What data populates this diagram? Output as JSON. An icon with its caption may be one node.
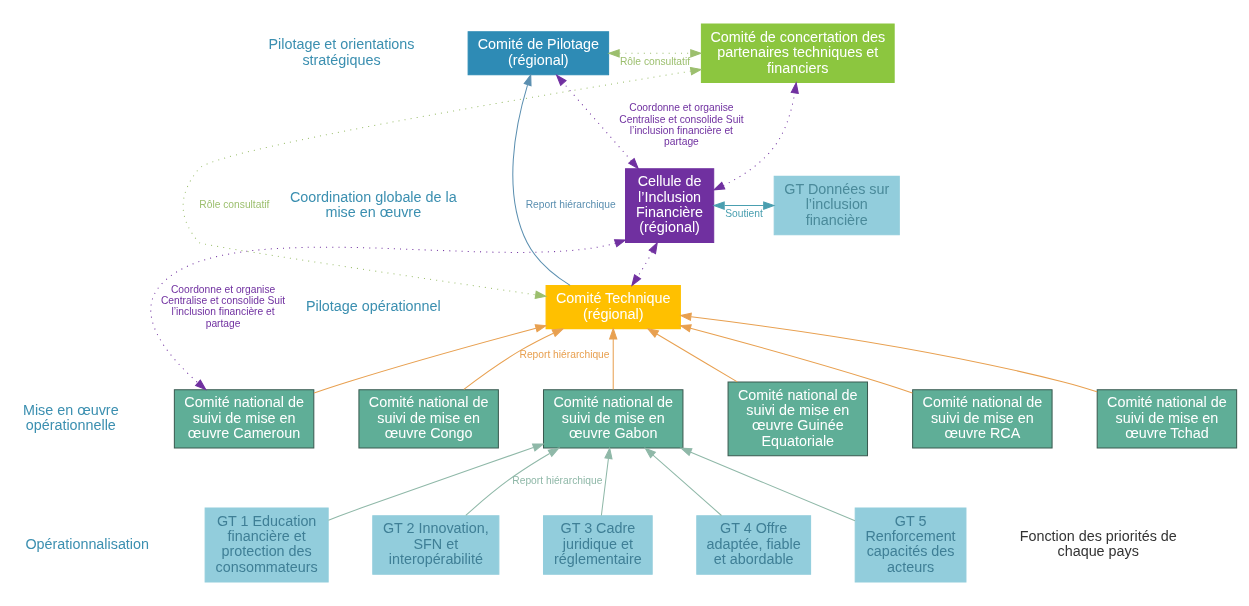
{
  "diagram": {
    "nodes": [
      {
        "text": [
          "Cellule de l’Inclusion Financière",
          "(régional)"
        ]
      },
      {
        "text": [
          "Comité de Pilotage",
          "(régional)"
        ]
      },
      {
        "text": [
          "Comité de concertation des partenaires techniques et financiers"
        ]
      },
      {
        "text": [
          "GT Données sur l’inclusion financière"
        ]
      },
      {
        "text": [
          "Comité Technique",
          "(régional)"
        ]
      },
      {
        "text": [
          "Comité national de suivi de mise en œuvre Cameroun"
        ]
      },
      {
        "text": [
          "Comité national de suivi de mise en œuvre Congo"
        ]
      },
      {
        "text": [
          "Comité national de suivi de mise en œuvre Gabon"
        ]
      },
      {
        "text": [
          "Comité national de suivi de mise en œuvre Guinée Equatoriale"
        ]
      },
      {
        "text": [
          "Comité national de suivi de mise en œuvre RCA"
        ]
      },
      {
        "text": [
          "Comité national de suivi de mise en œuvre Tchad"
        ]
      },
      {
        "text": [
          "GT 1 Education financière et protection des consommateurs"
        ]
      },
      {
        "text": [
          "GT 2 Innovation, SFN et interopérabilité"
        ]
      },
      {
        "text": [
          "GT 3 Cadre juridique et réglementaire"
        ]
      },
      {
        "text": [
          "GT 4 Offre adaptée, fiable et abordable"
        ]
      },
      {
        "text": [
          "GT 5 Renforcement capacités des acteurs"
        ]
      }
    ],
    "edges": [
      {
        "from": 0,
        "to": 2,
        "arrow": "both",
        "style": "dashed",
        "color": "#7030a0"
      },
      {
        "from": 0,
        "to": 1,
        "arrow": "both",
        "style": "dashed",
        "color": "#7030a0",
        "label": "Coordonne et organise Centralise et consolide Suit l’inclusion financière et partage"
      },
      {
        "from": 0,
        "to": 3,
        "arrow": "both",
        "label": "Soutient",
        "color": "#4a9fb0"
      },
      {
        "from": 4,
        "to": 1,
        "arrow": "to",
        "label": "Report hiérarchique",
        "color": "#5b8fb0"
      },
      {
        "from": 1,
        "to": 2,
        "arrow": "both",
        "style": "dashed",
        "label": "Rôle consultatif",
        "color": "#9cbf6e"
      },
      {
        "from": 2,
        "to": 4,
        "arrow": "both",
        "style": "dashed",
        "label": "Rôle consultatif",
        "color": "#9cbf6e"
      },
      {
        "from": 0,
        "to": 4,
        "arrow": "both",
        "style": "dashed",
        "color": "#7030a0"
      },
      {
        "from": 0,
        "to": 5,
        "arrow": "both",
        "style": "dashed",
        "color": "#7030a0",
        "label": "Coordonne et organise Centralise et consolide Suit l’inclusion financière et partage"
      },
      {
        "from": 5,
        "to": 4,
        "arrow": "to",
        "color": "#e8a050"
      },
      {
        "from": 6,
        "to": 4,
        "arrow": "to",
        "color": "#e8a050",
        "label": "Report hiérarchique"
      },
      {
        "from": 7,
        "to": 4,
        "arrow": "to",
        "color": "#e8a050"
      },
      {
        "from": 8,
        "to": 4,
        "arrow": "to",
        "color": "#e8a050"
      },
      {
        "from": 9,
        "to": 4,
        "arrow": "to",
        "color": "#e8a050"
      },
      {
        "from": 10,
        "to": 4,
        "arrow": "to",
        "color": "#e8a050"
      },
      {
        "from": 11,
        "to": 7,
        "arrow": "to",
        "color": "#8fb8a8"
      },
      {
        "from": 12,
        "to": 7,
        "arrow": "to",
        "color": "#8fb8a8",
        "label": "Report hiérarchique"
      },
      {
        "from": 13,
        "to": 7,
        "arrow": "to",
        "color": "#8fb8a8"
      },
      {
        "from": 14,
        "to": 7,
        "arrow": "to",
        "color": "#8fb8a8"
      },
      {
        "from": 15,
        "to": 7,
        "arrow": "to",
        "color": "#8fb8a8"
      }
    ],
    "labels": [
      "Pilotage et orientations stratégiques",
      "Coordination globale de la mise en œuvre",
      "Pilotage opérationnel",
      "Mise en œuvre opérationnelle",
      "Opérationnalisation",
      "Fonction des priorités de chaque pays"
    ]
  }
}
